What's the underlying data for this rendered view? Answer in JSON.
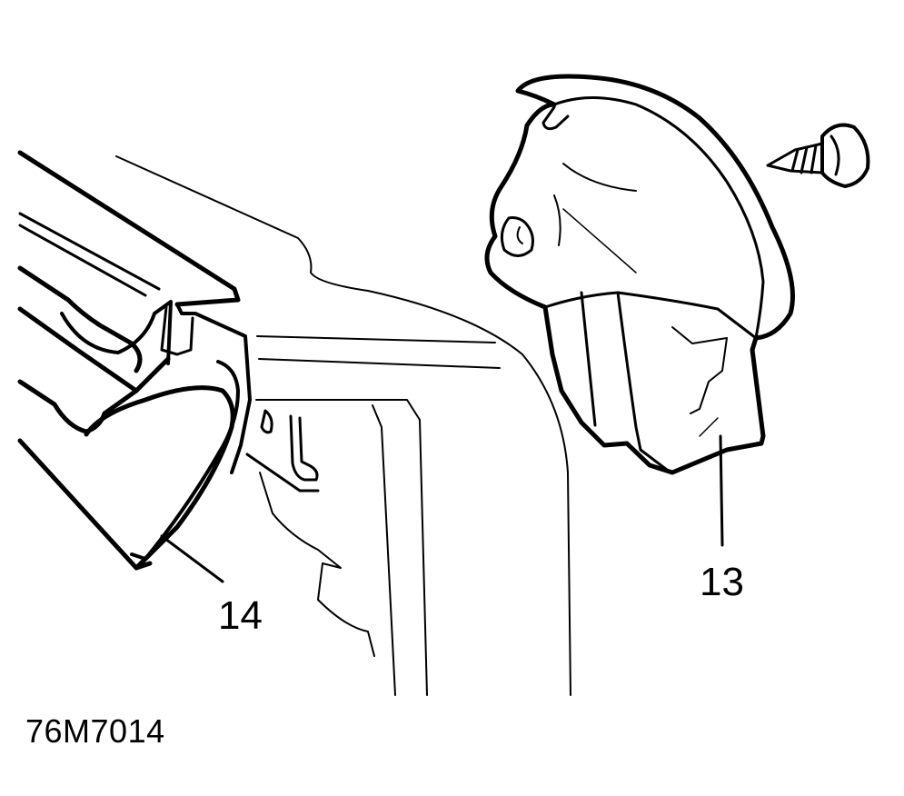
{
  "figure_id": "76M7014",
  "callouts": {
    "part_13": "13",
    "part_14": "14"
  },
  "icons": {
    "screw": "self-tapping-screw-icon",
    "trim_cover": "trim-cover-part",
    "seal": "door-seal-part",
    "door_frame": "door-frame"
  },
  "colors": {
    "line": "#000000",
    "background": "#ffffff"
  }
}
